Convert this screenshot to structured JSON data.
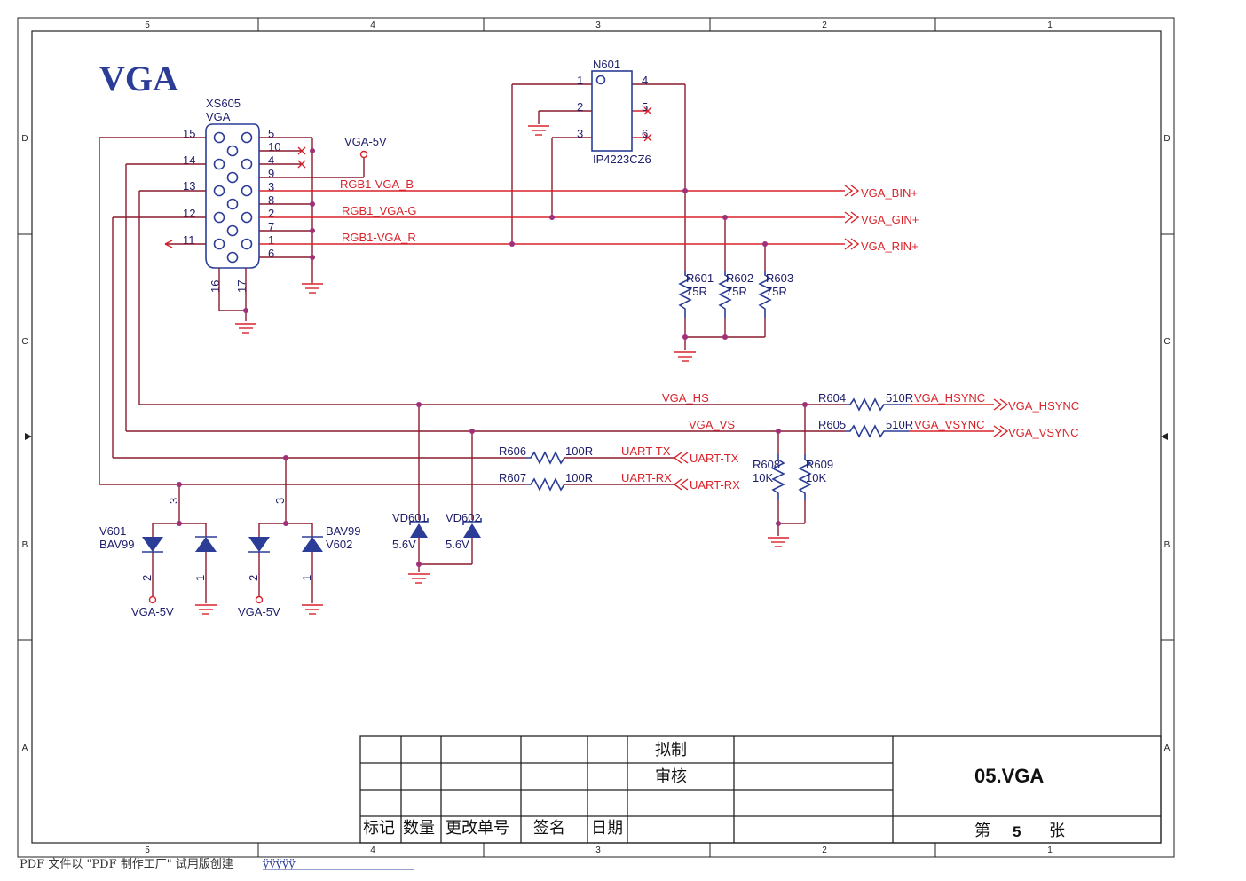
{
  "frame": {
    "cols": [
      "5",
      "4",
      "3",
      "2",
      "1"
    ],
    "rows": [
      "D",
      "C",
      "B",
      "A"
    ]
  },
  "sheet_title": "VGA",
  "connector": {
    "ref": "XS605",
    "type": "VGA",
    "pins_left": [
      "15",
      "14",
      "13",
      "12",
      "11"
    ],
    "pins_right": [
      "5",
      "10",
      "4",
      "9",
      "3",
      "8",
      "2",
      "7",
      "1",
      "6"
    ],
    "pins_bottom": [
      "16",
      "17"
    ]
  },
  "power_label": "VGA-5V",
  "ic": {
    "ref": "N601",
    "part": "IP4223CZ6",
    "pins": [
      "1",
      "2",
      "3",
      "4",
      "5",
      "6"
    ]
  },
  "nets": {
    "rgb_b": "RGB1-VGA_B",
    "rgb_g": "RGB1_VGA-G",
    "rgb_r": "RGB1-VGA_R",
    "vga_hs": "VGA_HS",
    "vga_vs": "VGA_VS",
    "hsync_local": "VGA_HSYNC",
    "vsync_local": "VGA_VSYNC",
    "uart_tx": "UART-TX",
    "uart_rx": "UART-RX"
  },
  "ports": {
    "bin": "VGA_BIN+",
    "gin": "VGA_GIN+",
    "rin": "VGA_RIN+",
    "hsync": "VGA_HSYNC",
    "vsync": "VGA_VSYNC",
    "uart_tx": "UART-TX",
    "uart_rx": "UART-RX"
  },
  "resistors": [
    {
      "ref": "R601",
      "value": "75R"
    },
    {
      "ref": "R602",
      "value": "75R"
    },
    {
      "ref": "R603",
      "value": "75R"
    },
    {
      "ref": "R604",
      "value": "510R"
    },
    {
      "ref": "R605",
      "value": "510R"
    },
    {
      "ref": "R606",
      "value": "100R"
    },
    {
      "ref": "R607",
      "value": "100R"
    },
    {
      "ref": "R608",
      "value": "10K"
    },
    {
      "ref": "R609",
      "value": "10K"
    }
  ],
  "diodes": [
    {
      "ref": "V601",
      "part": "BAV99",
      "pin_common": "3",
      "pin_a": "2",
      "pin_b": "1"
    },
    {
      "ref": "V602",
      "part": "BAV99",
      "pin_common": "3",
      "pin_a": "2",
      "pin_b": "1"
    }
  ],
  "zeners": [
    {
      "ref": "VD601",
      "value": "5.6V"
    },
    {
      "ref": "VD602",
      "value": "5.6V"
    }
  ],
  "title_block": {
    "draft_label": "拟制",
    "review_label": "审核",
    "col_mark": "标记",
    "col_qty": "数量",
    "col_change": "更改单号",
    "col_sign": "签名",
    "col_date": "日期",
    "drawing_name": "05.VGA",
    "sheet_prefix": "第",
    "sheet_no": "5",
    "sheet_suffix": "张"
  },
  "footer": {
    "text": "PDF 文件以 \"PDF 制作工厂\" 试用版创建",
    "link": "ÿÿÿÿÿ"
  }
}
